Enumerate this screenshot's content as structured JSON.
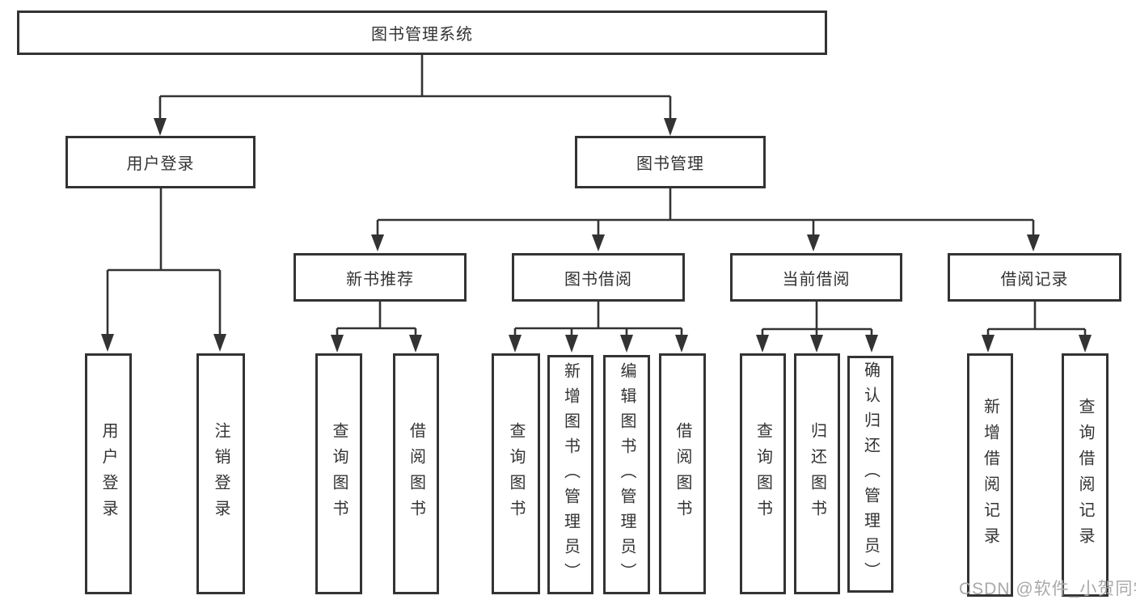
{
  "diagram": {
    "root": {
      "label": "图书管理系统"
    },
    "level2": [
      {
        "label": "用户登录"
      },
      {
        "label": "图书管理"
      }
    ],
    "level3": [
      {
        "label": "新书推荐"
      },
      {
        "label": "图书借阅"
      },
      {
        "label": "当前借阅"
      },
      {
        "label": "借阅记录"
      }
    ],
    "leaves": {
      "user_login": [
        "用户登录",
        "注销登录"
      ],
      "new_book": [
        "查询图书",
        "借阅图书"
      ],
      "book_borrow": [
        "查询图书",
        "新增图书（管理员）",
        "编辑图书（管理员）",
        "借阅图书"
      ],
      "current_borrow": [
        "查询图书",
        "归还图书",
        "确认归还（管理员）"
      ],
      "borrow_records": [
        "新增借阅记录",
        "查询借阅记录"
      ]
    }
  },
  "watermark": {
    "text": "CSDN @软件_小贺同学",
    "color": "#a9a9ab"
  },
  "colors": {
    "line": "#333333",
    "text": "#333333",
    "box_background": "#ffffff"
  }
}
